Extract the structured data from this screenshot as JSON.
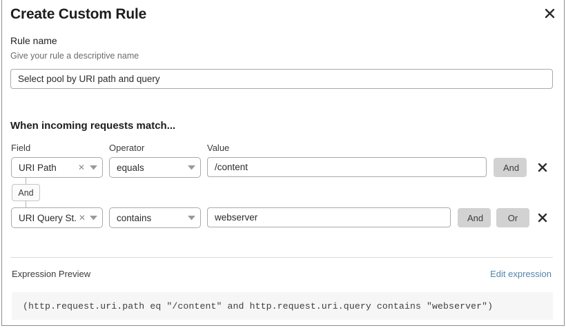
{
  "dialog": {
    "title": "Create Custom Rule",
    "close_icon": "close-icon"
  },
  "rule_name": {
    "label": "Rule name",
    "description": "Give your rule a descriptive name",
    "value": "Select pool by URI path and query",
    "placeholder": "Select pool by URI path and query"
  },
  "conditions": {
    "heading": "When incoming requests match...",
    "columns": {
      "field": "Field",
      "operator": "Operator",
      "value": "Value"
    },
    "connector": {
      "label": "And"
    },
    "rows": [
      {
        "field": "URI Path",
        "operator": "equals",
        "value": "/content",
        "value_placeholder": "Enter value",
        "clear_icon": "clear-icon",
        "caret_icon": "chevron-down-icon",
        "and_label": "And",
        "delete_icon": "close-icon"
      },
      {
        "field": "URI Query St...",
        "operator": "contains",
        "value": "webserver",
        "value_placeholder": "Enter value",
        "clear_icon": "clear-icon",
        "caret_icon": "chevron-down-icon",
        "and_label": "And",
        "or_label": "Or",
        "delete_icon": "close-icon"
      }
    ]
  },
  "expression_preview": {
    "label": "Expression Preview",
    "edit_link": "Edit expression",
    "expression": "(http.request.uri.path eq \"/content\" and http.request.uri.query contains \"webserver\")"
  },
  "colors": {
    "accent_link": "#5285a8",
    "pill_background": "#d2d2d2",
    "preview_background": "#f6f6f6",
    "border": "#a9a9a9"
  }
}
